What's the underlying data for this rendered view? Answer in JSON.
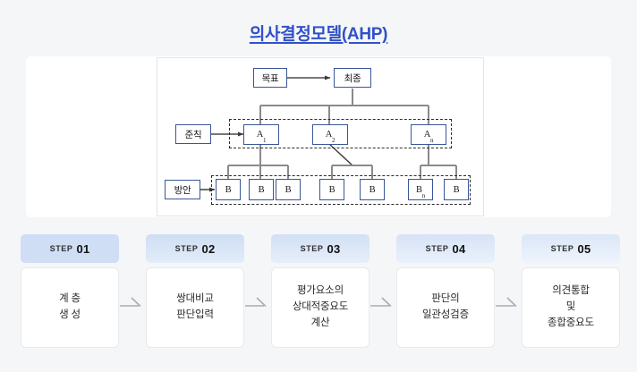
{
  "page": {
    "title": "의사결정모델(AHP)",
    "background_color": "#f5f6f7",
    "title_color": "#3151c8"
  },
  "diagram": {
    "accent_box_border": "#3a5696",
    "connector_color": "#7b7b7b",
    "nodes": {
      "goal": "목표",
      "final": "최종",
      "criteria_label": "준칙",
      "criteria": [
        "A",
        "A",
        "A"
      ],
      "criteria_subs": [
        "1",
        "2",
        "n"
      ],
      "alternatives_label": "방안",
      "alternatives": [
        "B",
        "B",
        "B",
        "B",
        "B",
        "B",
        "B"
      ],
      "alternatives_subs": [
        "",
        "",
        "",
        "",
        "",
        "n",
        ""
      ]
    }
  },
  "steps": [
    {
      "keyword": "STEP",
      "number": "01",
      "body": "계 층\n생 성"
    },
    {
      "keyword": "STEP",
      "number": "02",
      "body": "쌍대비교\n판단입력"
    },
    {
      "keyword": "STEP",
      "number": "03",
      "body": "평가요소의\n상대적중요도\n계산"
    },
    {
      "keyword": "STEP",
      "number": "04",
      "body": "판단의\n일관성검증"
    },
    {
      "keyword": "STEP",
      "number": "05",
      "body": "의견통합\n및\n종합중요도"
    }
  ]
}
